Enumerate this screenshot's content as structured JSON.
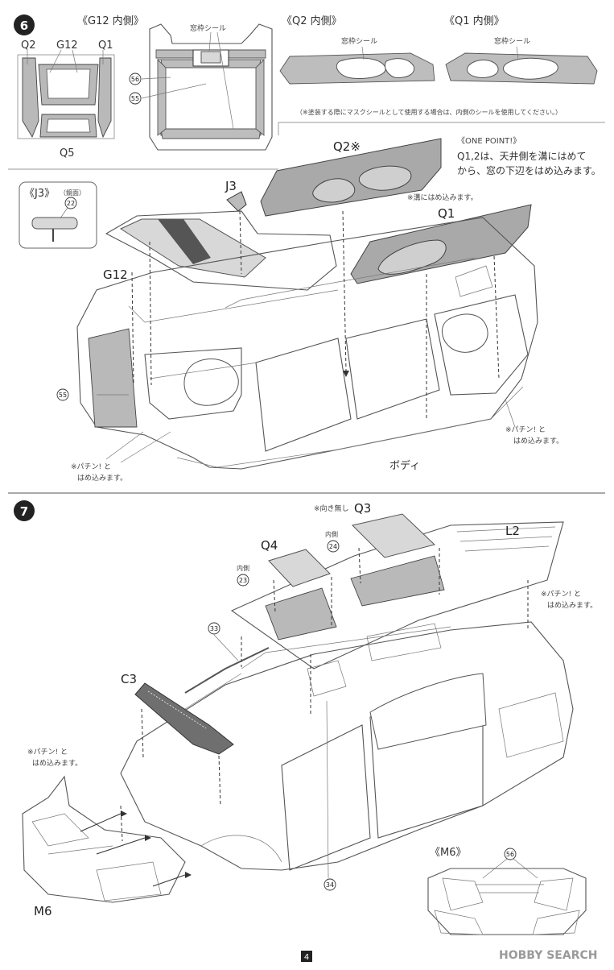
{
  "step6": {
    "number": "6",
    "g12_inner_title": "《G12 内側》",
    "q2_inner_title": "《Q2 内側》",
    "q1_inner_title": "《Q1 内側》",
    "window_seal": "窓枠シール",
    "label_q2": "Q2",
    "label_g12": "G12",
    "label_q1": "Q1",
    "label_q5": "Q5",
    "part_56": "56",
    "part_55": "55",
    "note_mask": "（※塗装する際にマスクシールとして使用する場合は、内側のシールを使用してください。）",
    "one_point_title": "《ONE POINT!》",
    "one_point_line1": "Q1,2は、天井側を溝にはめて",
    "one_point_line2": "から、窓の下辺をはめ込みます。",
    "j3_title": "《J3》",
    "j3_mirror": "（鏡面）",
    "part_22": "22",
    "label_j3": "J3",
    "label_q2_star": "Q2※",
    "note_groove": "※溝にはめ込みます。",
    "label_q1_main": "Q1",
    "label_g12_main": "G12",
    "part_55_main": "55",
    "snap_1": "※パチン! と",
    "snap_2": "はめ込みます。",
    "snap_r1": "※パチン! と",
    "snap_r2": "はめ込みます。",
    "body_label": "ボディ"
  },
  "step7": {
    "number": "7",
    "note_no_direction": "※向き無し",
    "label_q3": "Q3",
    "label_q4": "Q4",
    "inner_1": "内側",
    "part_24": "24",
    "inner_2": "内側",
    "part_23": "23",
    "label_l2": "L2",
    "snap_1": "※パチン! と",
    "snap_2": "はめ込みます。",
    "part_33": "33",
    "label_c3": "C3",
    "snap_l1": "※パチン! と",
    "snap_l2": "はめ込みます。",
    "label_m6": "M6",
    "part_34": "34",
    "m6_title": "《M6》",
    "part_56": "56"
  },
  "footer": {
    "page_number": "4",
    "watermark": "HOBBY SEARCH"
  }
}
